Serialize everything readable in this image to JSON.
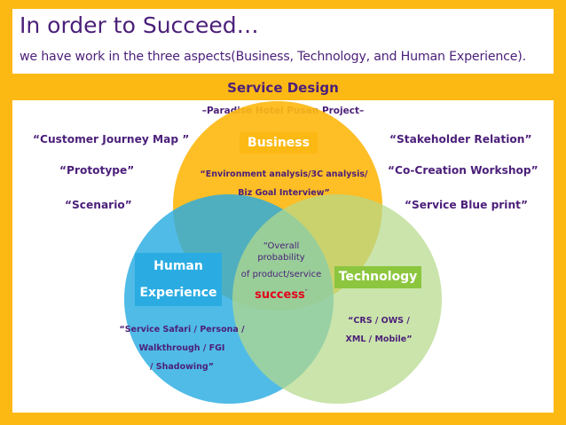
{
  "header": {
    "title": "In order to Succeed…",
    "subtitle": "we have work in the three aspects(Business, Technology, and Human Experience)."
  },
  "diagram": {
    "title": "Service Design",
    "subtitle": "–Paradise Hotel Pusan Project–",
    "circles": {
      "business": {
        "label": "Business",
        "color": "#FDB913"
      },
      "human": {
        "label_line1": "Human",
        "label_line2": "Experience",
        "color": "#2AACE2"
      },
      "technology": {
        "label": "Technology",
        "color": "#8CC63F"
      }
    },
    "business_items": {
      "line1": "“Environment analysis/3C analysis/",
      "line2": "Biz Goal Interview”"
    },
    "human_items": {
      "line1": "“Service Safari / Persona /",
      "line2": "Walkthrough / FGI",
      "line3": "/ Shadowing”"
    },
    "tech_items": {
      "line1": "“CRS / OWS /",
      "line2": "XML / Mobile”"
    },
    "center": {
      "line1": "“Overall",
      "line2": "probability",
      "line3": "of product/service",
      "success": "success",
      "success_mark": "”"
    },
    "left_notes": [
      "“Customer Journey Map ”",
      "“Prototype”",
      "“Scenario”"
    ],
    "right_notes": [
      "“Stakeholder Relation”",
      "“Co-Creation Workshop”",
      "“Service Blue print”"
    ]
  }
}
